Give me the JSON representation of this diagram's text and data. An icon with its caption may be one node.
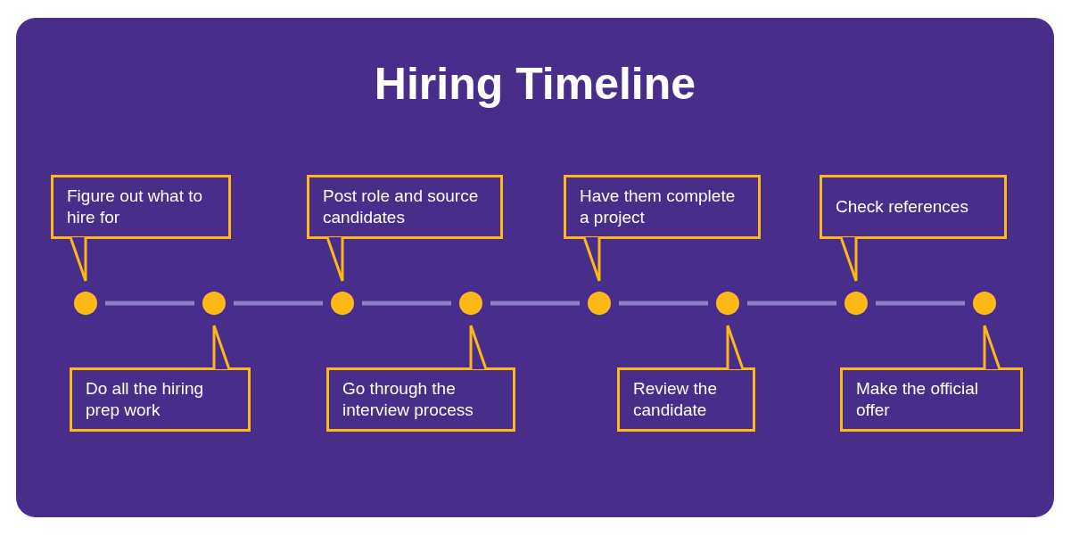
{
  "diagram": {
    "title": "Hiring Timeline",
    "nodes": [
      {
        "text": [
          "Figure out what to hire for"
        ]
      },
      {
        "text": [
          "Do all the hiring prep work"
        ]
      },
      {
        "text": [
          "Post role and source candidates"
        ]
      },
      {
        "text": [
          "Go through the interview process"
        ]
      },
      {
        "text": [
          "Have them complete a project"
        ]
      },
      {
        "text": [
          "Review the candidate"
        ]
      },
      {
        "text": [
          "Check references"
        ]
      },
      {
        "text": [
          "Make the official offer"
        ]
      },
      {
        "text": [],
        "shape": "circle"
      },
      {
        "text": [],
        "shape": "circle"
      },
      {
        "text": [],
        "shape": "circle"
      },
      {
        "text": [],
        "shape": "circle"
      },
      {
        "text": [],
        "shape": "circle"
      },
      {
        "text": [],
        "shape": "circle"
      },
      {
        "text": [],
        "shape": "circle"
      },
      {
        "text": [],
        "shape": "circle"
      }
    ],
    "edges": [
      {
        "from": 8,
        "to": 9,
        "arrow": "none",
        "color": "#8b7fc6"
      },
      {
        "from": 9,
        "to": 10,
        "arrow": "none",
        "color": "#8b7fc6"
      },
      {
        "from": 10,
        "to": 11,
        "arrow": "none",
        "color": "#8b7fc6"
      },
      {
        "from": 11,
        "to": 12,
        "arrow": "none",
        "color": "#8b7fc6"
      },
      {
        "from": 12,
        "to": 13,
        "arrow": "none",
        "color": "#8b7fc6"
      },
      {
        "from": 13,
        "to": 14,
        "arrow": "none",
        "color": "#8b7fc6"
      },
      {
        "from": 14,
        "to": 15,
        "arrow": "none",
        "color": "#8b7fc6"
      },
      {
        "from": 0,
        "to": 8,
        "arrow": "none"
      },
      {
        "from": 1,
        "to": 9,
        "arrow": "none"
      },
      {
        "from": 2,
        "to": 10,
        "arrow": "none"
      },
      {
        "from": 3,
        "to": 11,
        "arrow": "none"
      },
      {
        "from": 4,
        "to": 12,
        "arrow": "none"
      },
      {
        "from": 5,
        "to": 13,
        "arrow": "none"
      },
      {
        "from": 6,
        "to": 14,
        "arrow": "none"
      },
      {
        "from": 7,
        "to": 15,
        "arrow": "none"
      }
    ]
  }
}
